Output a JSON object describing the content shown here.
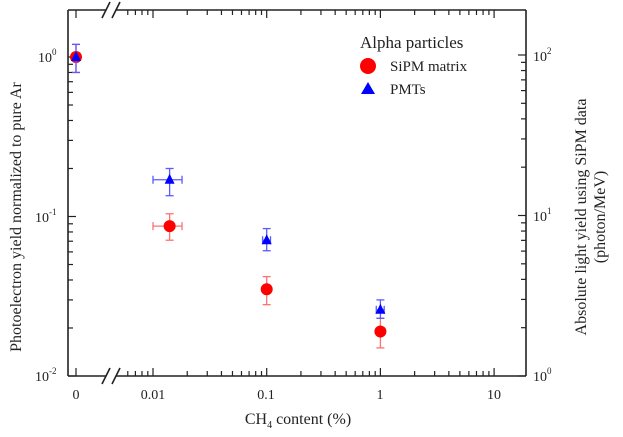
{
  "chart_data": {
    "type": "scatter",
    "title": "",
    "xlabel": "CH4 content (%)",
    "xlabel_parts": {
      "main": "CH",
      "sub": "4",
      "rest": " content (%)"
    },
    "ylabel": "Photoelectron yield normalized to pure Ar",
    "y2label_line1": "Absolute light yield using SiPM data",
    "y2label_line2": "(photon/MeV)",
    "x_scale": "log (with axis break after 0)",
    "y_scale": "log",
    "xlim": [
      0,
      20
    ],
    "ylim": [
      0.01,
      2
    ],
    "y2lim": [
      1,
      200
    ],
    "x_tick_labels": [
      "0",
      "0.01",
      "0.1",
      "1",
      "10"
    ],
    "y_tick_labels": [
      {
        "base": "10",
        "exp": "0"
      },
      {
        "base": "10",
        "exp": "-1"
      },
      {
        "base": "10",
        "exp": "-2"
      }
    ],
    "y2_tick_labels": [
      {
        "base": "10",
        "exp": "2"
      },
      {
        "base": "10",
        "exp": "1"
      },
      {
        "base": "10",
        "exp": "0"
      }
    ],
    "legend": {
      "title": "Alpha particles",
      "position": "upper right",
      "entries": [
        {
          "label": "SiPM matrix",
          "marker": "circle",
          "color": "#ff0000"
        },
        {
          "label": "PMTs",
          "marker": "triangle",
          "color": "#0000ff"
        }
      ]
    },
    "grid": false,
    "series": [
      {
        "name": "SiPM matrix",
        "color": "#ff0000",
        "marker": "circle",
        "x": [
          0,
          0.014,
          0.1,
          1
        ],
        "y": [
          1.0,
          0.087,
          0.035,
          0.019
        ],
        "y_err_low": [
          0.2,
          0.016,
          0.007,
          0.004
        ],
        "y_err_high": [
          0.2,
          0.017,
          0.007,
          0.004
        ],
        "x_err": [
          0,
          0.004,
          0,
          0
        ]
      },
      {
        "name": "PMTs",
        "color": "#0000ff",
        "marker": "triangle",
        "x": [
          0,
          0.014,
          0.1,
          1
        ],
        "y": [
          1.0,
          0.17,
          0.071,
          0.026
        ],
        "y_err_low": [
          0.2,
          0.035,
          0.01,
          0.003
        ],
        "y_err_high": [
          0.2,
          0.03,
          0.013,
          0.004
        ],
        "x_err": [
          0,
          0.004,
          0.008,
          0.08
        ]
      }
    ]
  }
}
